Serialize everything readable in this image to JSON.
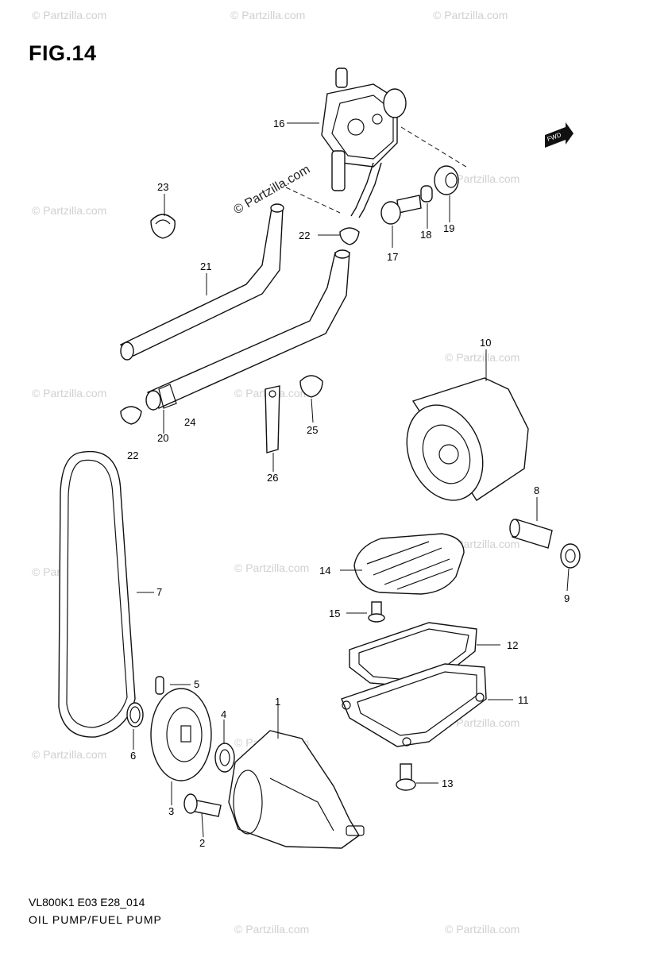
{
  "figure": {
    "title": "FIG.14",
    "code": "VL800K1 E03 E28_014",
    "caption": "OIL PUMP/FUEL PUMP",
    "direction_badge": "FWD"
  },
  "watermark": {
    "small": "© Partzilla.com",
    "large": "© Partzilla.com"
  },
  "callouts": [
    "1",
    "2",
    "3",
    "4",
    "5",
    "6",
    "7",
    "8",
    "9",
    "10",
    "11",
    "12",
    "13",
    "14",
    "15",
    "16",
    "17",
    "18",
    "19",
    "20",
    "21",
    "22",
    "22",
    "23",
    "24",
    "25",
    "26"
  ]
}
